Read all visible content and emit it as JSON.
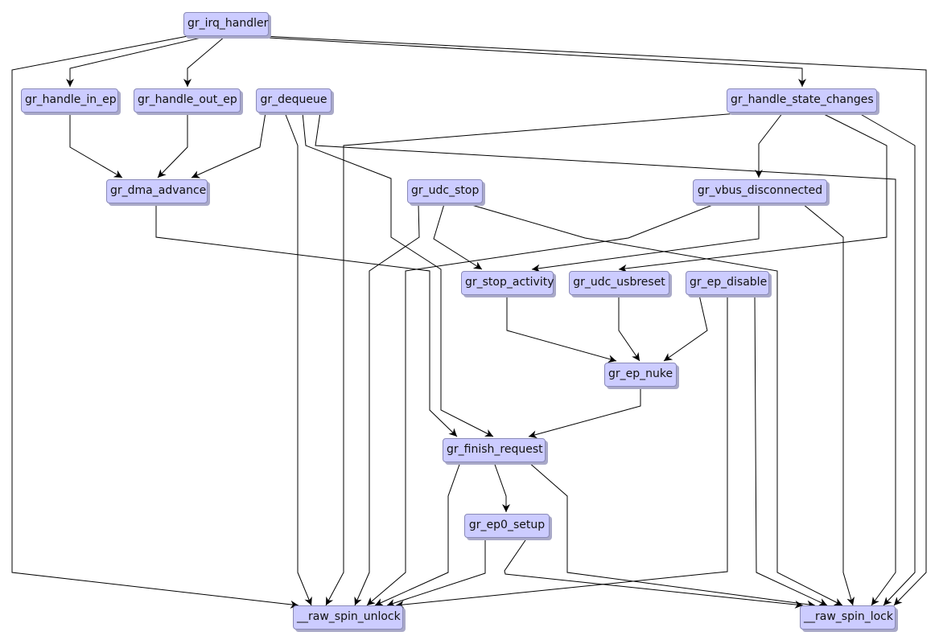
{
  "graph": {
    "type": "call-graph",
    "node_fill": "#ccccff",
    "node_border": "#8a8ab8",
    "edge_color": "#000000",
    "nodes": [
      {
        "id": "gr_irq_handler",
        "label": "gr_irq_handler"
      },
      {
        "id": "gr_handle_in_ep",
        "label": "gr_handle_in_ep"
      },
      {
        "id": "gr_handle_out_ep",
        "label": "gr_handle_out_ep"
      },
      {
        "id": "gr_dequeue",
        "label": "gr_dequeue"
      },
      {
        "id": "gr_handle_state_changes",
        "label": "gr_handle_state_changes"
      },
      {
        "id": "gr_dma_advance",
        "label": "gr_dma_advance"
      },
      {
        "id": "gr_udc_stop",
        "label": "gr_udc_stop"
      },
      {
        "id": "gr_vbus_disconnected",
        "label": "gr_vbus_disconnected"
      },
      {
        "id": "gr_stop_activity",
        "label": "gr_stop_activity"
      },
      {
        "id": "gr_udc_usbreset",
        "label": "gr_udc_usbreset"
      },
      {
        "id": "gr_ep_disable",
        "label": "gr_ep_disable"
      },
      {
        "id": "gr_ep_nuke",
        "label": "gr_ep_nuke"
      },
      {
        "id": "gr_finish_request",
        "label": "gr_finish_request"
      },
      {
        "id": "gr_ep0_setup",
        "label": "gr_ep0_setup"
      },
      {
        "id": "raw_spin_unlock",
        "label": "__raw_spin_unlock"
      },
      {
        "id": "raw_spin_lock",
        "label": "__raw_spin_lock"
      }
    ],
    "edges": [
      {
        "from": "gr_irq_handler",
        "to": "gr_handle_in_ep"
      },
      {
        "from": "gr_irq_handler",
        "to": "gr_handle_out_ep"
      },
      {
        "from": "gr_irq_handler",
        "to": "gr_handle_state_changes"
      },
      {
        "from": "gr_irq_handler",
        "to": "raw_spin_unlock"
      },
      {
        "from": "gr_irq_handler",
        "to": "raw_spin_lock"
      },
      {
        "from": "gr_handle_in_ep",
        "to": "gr_dma_advance"
      },
      {
        "from": "gr_handle_out_ep",
        "to": "gr_dma_advance"
      },
      {
        "from": "gr_dequeue",
        "to": "gr_dma_advance"
      },
      {
        "from": "gr_dequeue",
        "to": "raw_spin_unlock"
      },
      {
        "from": "gr_dequeue",
        "to": "gr_finish_request"
      },
      {
        "from": "gr_dequeue",
        "to": "raw_spin_lock"
      },
      {
        "from": "gr_handle_state_changes",
        "to": "raw_spin_unlock"
      },
      {
        "from": "gr_handle_state_changes",
        "to": "gr_vbus_disconnected"
      },
      {
        "from": "gr_handle_state_changes",
        "to": "gr_udc_usbreset"
      },
      {
        "from": "gr_handle_state_changes",
        "to": "raw_spin_lock"
      },
      {
        "from": "gr_dma_advance",
        "to": "gr_finish_request"
      },
      {
        "from": "gr_udc_stop",
        "to": "raw_spin_unlock"
      },
      {
        "from": "gr_udc_stop",
        "to": "gr_stop_activity"
      },
      {
        "from": "gr_udc_stop",
        "to": "raw_spin_lock"
      },
      {
        "from": "gr_vbus_disconnected",
        "to": "raw_spin_unlock"
      },
      {
        "from": "gr_vbus_disconnected",
        "to": "gr_stop_activity"
      },
      {
        "from": "gr_vbus_disconnected",
        "to": "raw_spin_lock"
      },
      {
        "from": "gr_stop_activity",
        "to": "gr_ep_nuke"
      },
      {
        "from": "gr_udc_usbreset",
        "to": "gr_ep_nuke"
      },
      {
        "from": "gr_ep_disable",
        "to": "gr_ep_nuke"
      },
      {
        "from": "gr_ep_disable",
        "to": "raw_spin_unlock"
      },
      {
        "from": "gr_ep_disable",
        "to": "raw_spin_lock"
      },
      {
        "from": "gr_ep_nuke",
        "to": "gr_finish_request"
      },
      {
        "from": "gr_finish_request",
        "to": "raw_spin_unlock"
      },
      {
        "from": "gr_finish_request",
        "to": "gr_ep0_setup"
      },
      {
        "from": "gr_finish_request",
        "to": "raw_spin_lock"
      },
      {
        "from": "gr_ep0_setup",
        "to": "raw_spin_unlock"
      },
      {
        "from": "gr_ep0_setup",
        "to": "raw_spin_lock"
      }
    ]
  }
}
